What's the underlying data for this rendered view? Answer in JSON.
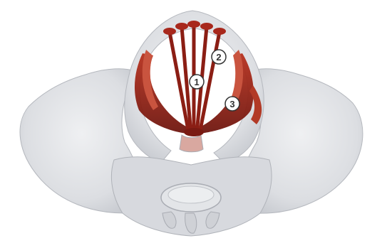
{
  "image": {
    "subject": "pelvic-floor-muscle-illustration",
    "colors": {
      "background": "#ffffff",
      "bone_light": "#e6e7ea",
      "bone_mid": "#cfd1d6",
      "bone_shadow": "#a9acb3",
      "muscle_dark": "#7a1a12",
      "muscle_mid": "#a8281c",
      "muscle_light": "#c9543f",
      "label_fill": "#ffffff",
      "label_stroke": "#333333"
    },
    "labels": [
      {
        "text": "1"
      },
      {
        "text": "2"
      },
      {
        "text": "3"
      }
    ]
  }
}
